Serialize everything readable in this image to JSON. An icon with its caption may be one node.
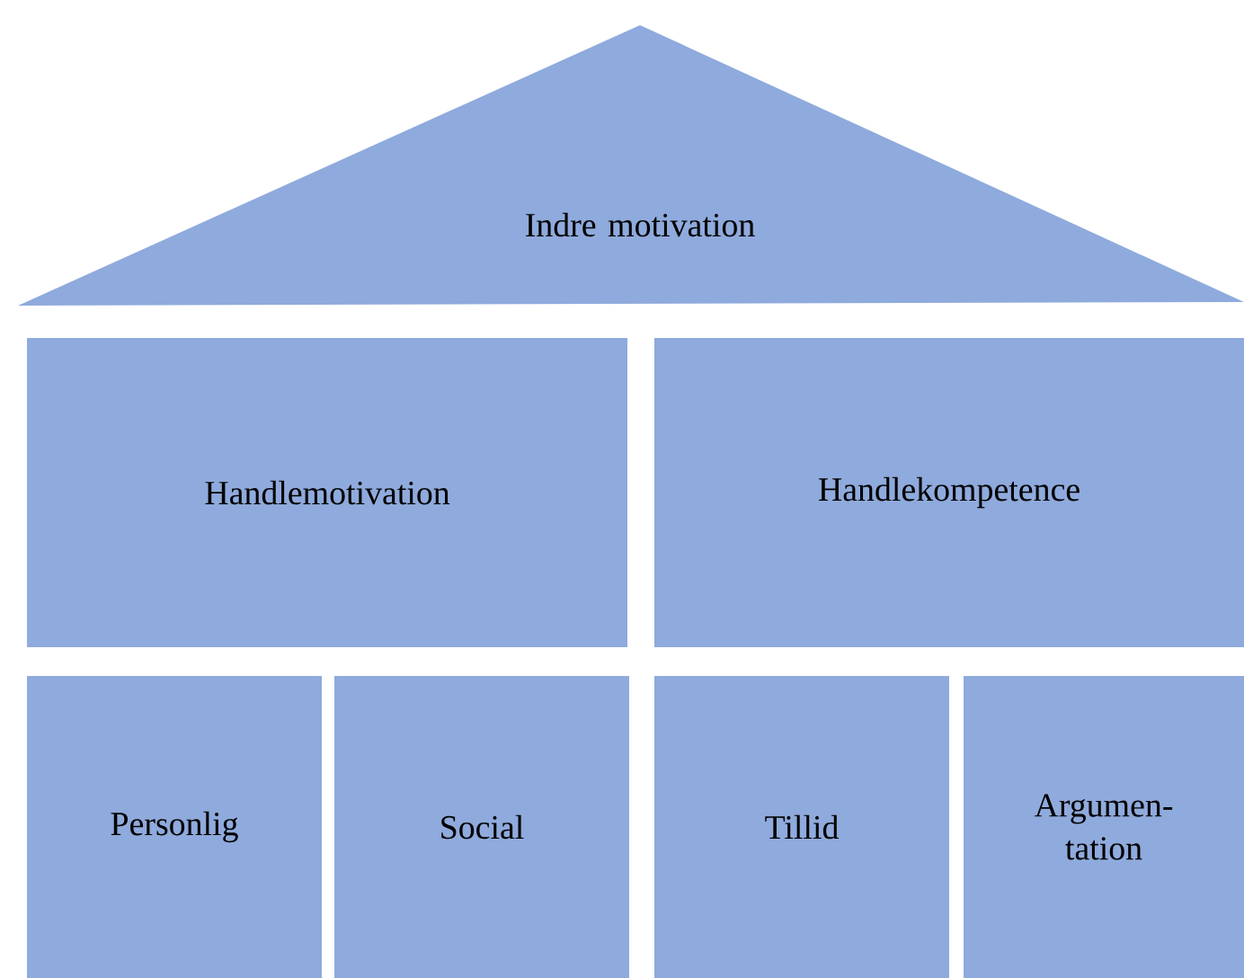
{
  "diagram": {
    "nodes": [
      {
        "text": [
          "Indre motivation"
        ]
      },
      {
        "text": [
          "Handlemotivation"
        ]
      },
      {
        "text": [
          "Handlekompetence"
        ]
      },
      {
        "text": [
          "Personlig"
        ]
      },
      {
        "text": [
          "Social"
        ]
      },
      {
        "text": [
          "Tillid"
        ]
      },
      {
        "text": [
          "Argumen-tation"
        ]
      }
    ]
  }
}
